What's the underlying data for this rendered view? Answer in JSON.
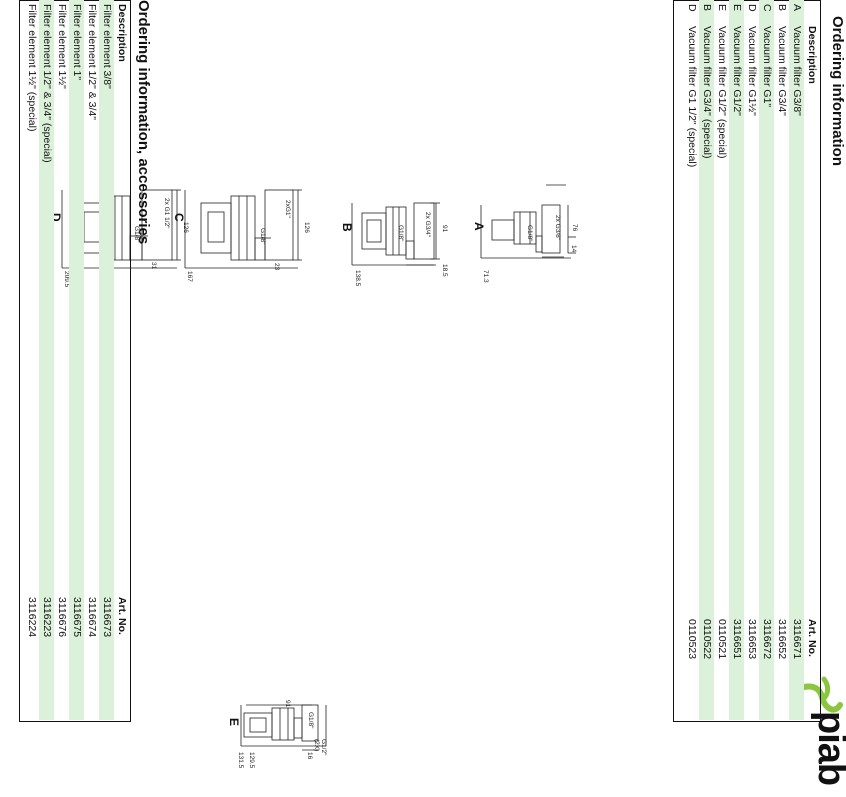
{
  "brand": {
    "name": "piab",
    "mark_color": "#8cc63f"
  },
  "colors": {
    "row_tint": "#dcf1da"
  },
  "ordering": {
    "title": "Ordering information",
    "headers": {
      "code": "",
      "description": "Description",
      "art_no": "Art. No."
    },
    "rows": [
      {
        "code": "A",
        "description": "Vacuum filter G3/8\"",
        "art_no": "3116671"
      },
      {
        "code": "B",
        "description": "Vacuum filter G3/4\"",
        "art_no": "3116652"
      },
      {
        "code": "C",
        "description": "Vacuum filter G1\"",
        "art_no": "3116672"
      },
      {
        "code": "D",
        "description": "Vacuum filter G1½\"",
        "art_no": "3116653"
      },
      {
        "code": "E",
        "description": "Vacuum filter G1/2\"",
        "art_no": "3116651"
      },
      {
        "code": "E",
        "description": "Vacuum filter G1/2\" (special)",
        "art_no": "0110521"
      },
      {
        "code": "B",
        "description": "Vacuum filter G3/4\" (special)",
        "art_no": "0110522"
      },
      {
        "code": "D",
        "description": "Vacuum filter G1 1/2\" (special)",
        "art_no": "0110523"
      }
    ]
  },
  "accessories": {
    "title": "Ordering information, accessories",
    "headers": {
      "description": "Description",
      "art_no": "Art. No."
    },
    "rows": [
      {
        "description": "Filter element 3/8\"",
        "art_no": "3116673"
      },
      {
        "description": "Filter element 1/2\" & 3/4\"",
        "art_no": "3116674"
      },
      {
        "description": "Filter element 1\"",
        "art_no": "3116675"
      },
      {
        "description": "Filter element 1½\"",
        "art_no": "3116676"
      },
      {
        "description": "Filter element 1/2\" & 3/4\" (special)",
        "art_no": "3116223"
      },
      {
        "description": "Filter element 1½\" (special)",
        "art_no": "3116224"
      }
    ]
  },
  "drawings": {
    "A": {
      "label": "A",
      "thread_side": "2x G3/8\"",
      "gauge_port": "G1/8\"",
      "height": "76",
      "offset": "14",
      "length": "71.3"
    },
    "B": {
      "label": "B",
      "thread_side": "2x G3/4\"",
      "gauge_port": "G1/8\"",
      "height": "91",
      "offset": "18.5",
      "length": "138.5"
    },
    "C": {
      "label": "C",
      "thread_side": "2xG1\"",
      "gauge_port": "G1/8\"",
      "height": "126",
      "offset": "23",
      "length": "167"
    },
    "D": {
      "label": "D",
      "thread_side": "2x G1 1/2\"",
      "gauge_port": "G1/8\"",
      "height": "126",
      "offset": "31",
      "length": "209.5"
    },
    "E": {
      "label": "E",
      "outer_length": "131.5",
      "inner_length": "129.5",
      "offset": "16",
      "gauge_port": "G1/8\"",
      "height": "91",
      "thread": "G1/2\"",
      "thread_count": "(2X)"
    }
  }
}
